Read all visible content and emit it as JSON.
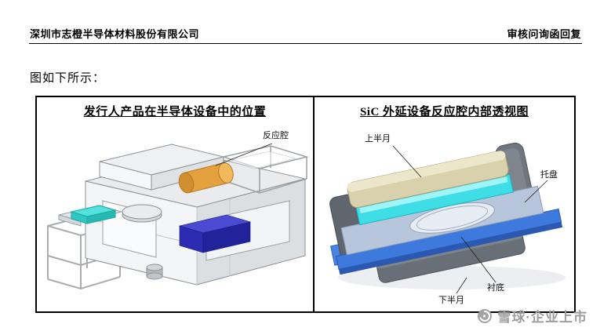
{
  "header": {
    "company": "深圳市志橙半导体材料股份有限公司",
    "doc_title": "审核问询函回复"
  },
  "intro": "图如下所示：",
  "figure": {
    "left_panel": {
      "title": "发行人产品在半导体设备中的位置",
      "labels": {
        "reaction_chamber": "反应腔"
      }
    },
    "right_panel": {
      "title": "SiC 外延设备反应腔内部透视图",
      "labels": {
        "upper_half": "上半月",
        "tray": "托盘",
        "substrate": "衬底",
        "lower_half": "下半月"
      }
    }
  },
  "watermark": {
    "brand": "雪球·企业上市"
  },
  "colors": {
    "accent_orange": "#e6a13f",
    "accent_cyan": "#3ad9d4",
    "accent_blue": "#2c2cb2",
    "chamber_beige": "#d9d1ab",
    "chamber_cyan": "#3fdde6",
    "plate_blue": "#3e7ade",
    "watermark_grey": "#9e9e9e"
  }
}
